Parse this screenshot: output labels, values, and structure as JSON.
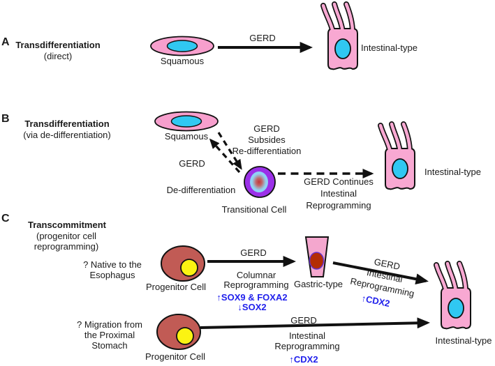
{
  "colors": {
    "cell_pink": "#F79FCD",
    "intestinal_pink": "#F8A8D2",
    "nucleus_cyan": "#30C8F2",
    "transitional_purple": "#9B30E8",
    "transitional_inner_blue": "#90D2F4",
    "transitional_core_red": "#C23636",
    "progenitor_red": "#C15B55",
    "progenitor_nucleus_yellow": "#FBF312",
    "gastric_nucleus_red": "#B32D05",
    "gene_text_blue": "#2121EC",
    "line_black": "#111111"
  },
  "section_a": {
    "letter": "A",
    "title": "Transdifferentiation",
    "subtitle": "(direct)",
    "squamous_label": "Squamous",
    "arrow_label": "GERD",
    "intestinal_label": "Intestinal-type"
  },
  "section_b": {
    "letter": "B",
    "title": "Transdifferentiation",
    "subtitle": "(via de-differentiation)",
    "squamous_label": "Squamous",
    "gerd_label": "GERD",
    "rediff_label": "GERD\nSubsides\nRe-differentiation",
    "dediff_label": "De-differentiation",
    "transitional_label": "Transitional Cell",
    "continue_label": "GERD Continues\nIntestinal\nReprogramming",
    "intestinal_label": "Intestinal-type"
  },
  "section_c": {
    "letter": "C",
    "title": "Transcommitment",
    "subtitle": "(progenitor cell\nreprogramming)",
    "native_label": "? Native to the\nEsophagus",
    "progenitor1_label": "Progenitor Cell",
    "columnar_arrow": {
      "gerd": "GERD",
      "label": "Columnar\nReprogramming",
      "genes_up": "↑SOX9 & FOXA2",
      "genes_down": "↓SOX2"
    },
    "gastric_label": "Gastric-type",
    "intestinal_arrow_upper": {
      "label": "GERD\nIntestinal\nReprogramming",
      "genes": "↑CDX2"
    },
    "migration_label": "? Migration from\nthe Proximal\nStomach",
    "progenitor2_label": "Progenitor Cell",
    "lower_arrow": {
      "gerd": "GERD",
      "label": "Intestinal\nReprogramming",
      "genes": "↑CDX2"
    },
    "intestinal_label": "Intestinal-type"
  }
}
